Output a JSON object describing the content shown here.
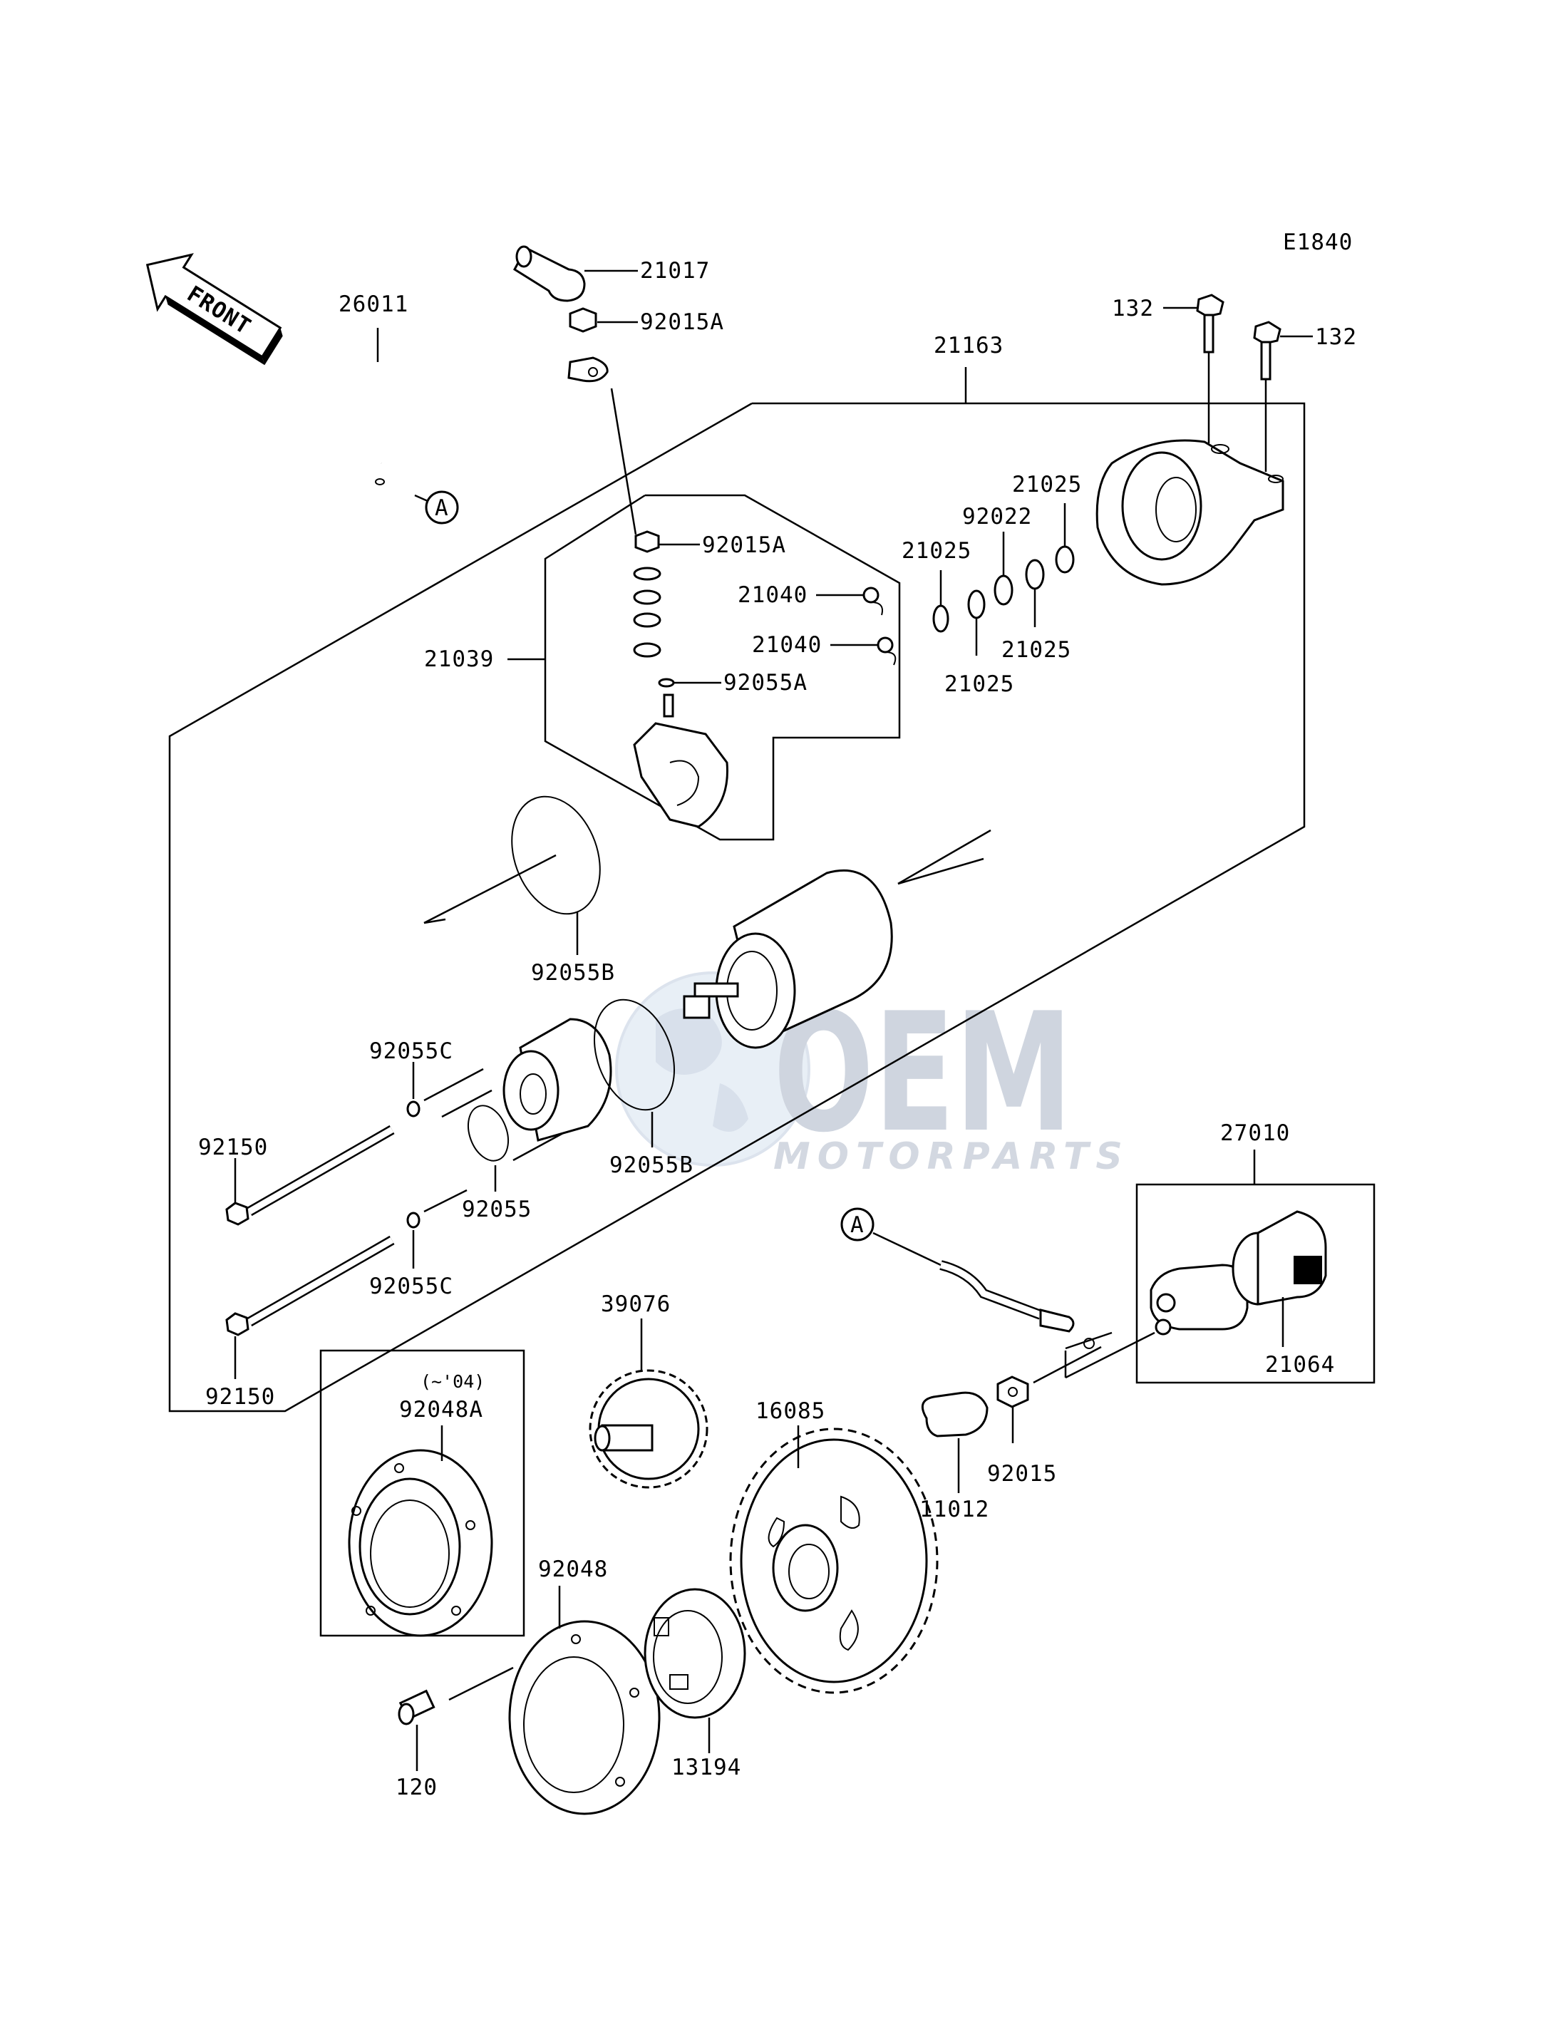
{
  "diagram_code": "E1840",
  "front_label": "FRONT",
  "ref_marker": "A",
  "watermark": {
    "logo": "OEM",
    "tagline": "MOTORPARTS",
    "color": "#b8c3d6"
  },
  "note_years": "(~'04)",
  "labels": {
    "p21017": "21017",
    "p92015A_top": "92015A",
    "p26011": "26011",
    "p21163": "21163",
    "p132_left": "132",
    "p132_right": "132",
    "p92015A_mid": "92015A",
    "p21025_a": "21025",
    "p92022": "92022",
    "p21025_b": "21025",
    "p21040_a": "21040",
    "p21040_b": "21040",
    "p21025_c": "21025",
    "p21025_d": "21025",
    "p21039": "21039",
    "p92055A": "92055A",
    "p92055B_a": "92055B",
    "p92055C_a": "92055C",
    "p92150_a": "92150",
    "p92055B_b": "92055B",
    "p92055": "92055",
    "p92055C_b": "92055C",
    "p92150_b": "92150",
    "p27010": "27010",
    "p21064": "21064",
    "p39076": "39076",
    "p16085": "16085",
    "p92048A": "92048A",
    "p11012": "11012",
    "p92015": "92015",
    "p92048": "92048",
    "p120": "120",
    "p13194": "13194"
  }
}
